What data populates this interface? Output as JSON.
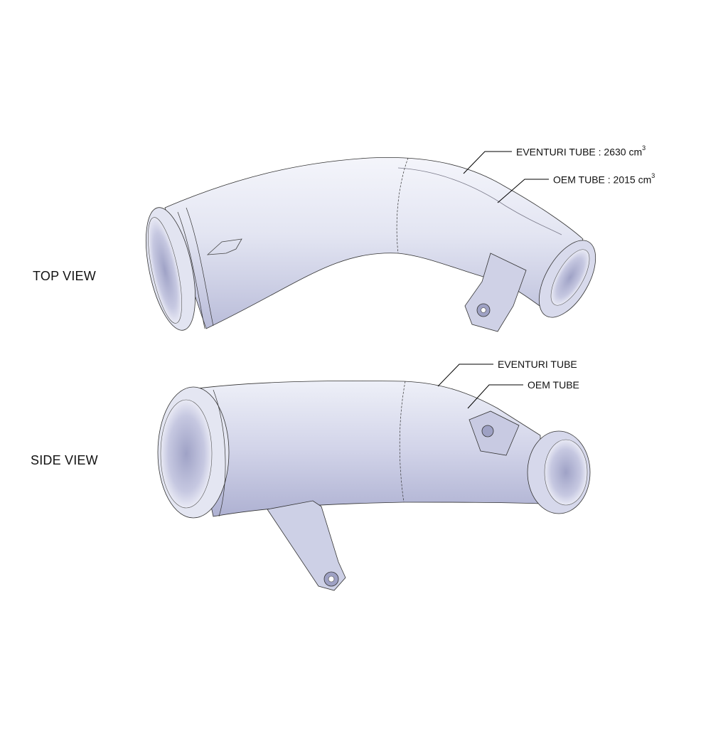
{
  "top_view": {
    "label": "TOP VIEW",
    "callouts": [
      {
        "text": "EVENTURI TUBE : 2630 cm",
        "sup": "3"
      },
      {
        "text": "OEM TUBE : 2015 cm",
        "sup": "3"
      }
    ]
  },
  "side_view": {
    "label": "SIDE VIEW",
    "callouts": [
      {
        "text": "EVENTURI TUBE"
      },
      {
        "text": "OEM TUBE"
      }
    ]
  },
  "colors": {
    "tube_body": "#d9dbee",
    "tube_shade": "#b9bcd9",
    "tube_highlight": "#f4f5fb",
    "outline": "#333333",
    "leader_line": "#000000"
  }
}
